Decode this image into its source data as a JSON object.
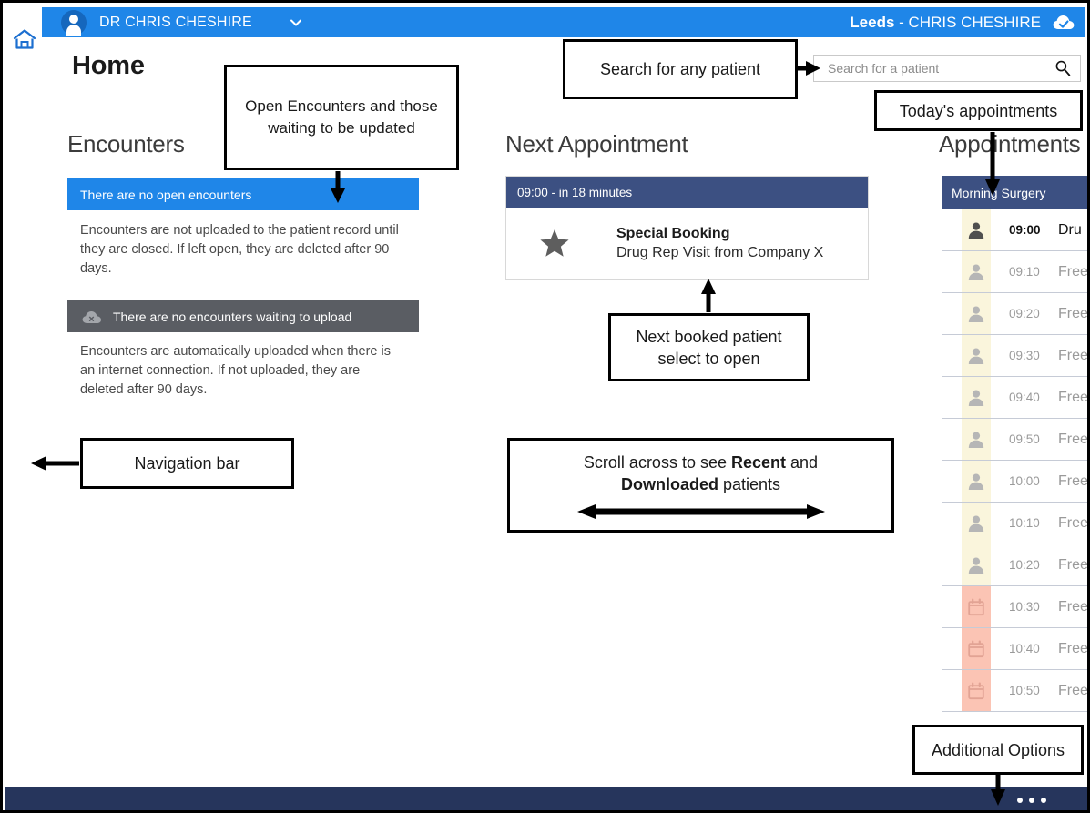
{
  "window": {
    "bottom_bar_color": "#26355c",
    "accent_blue": "#1f86e8",
    "panel_header_blue": "#3c5082"
  },
  "nav_rail": {
    "home_icon": "home-icon"
  },
  "header": {
    "avatar_icon": "user-avatar-icon",
    "user_name": "DR CHRIS CHESHIRE",
    "dropdown_icon": "chevron-down-icon",
    "location": "Leeds",
    "separator": " - ",
    "session_user": "CHRIS CHESHIRE",
    "sync_icon": "cloud-check-icon"
  },
  "page": {
    "title": "Home"
  },
  "search": {
    "placeholder": "Search for a patient",
    "value": "",
    "icon": "search-icon"
  },
  "encounters": {
    "heading": "Encounters",
    "open_bar": {
      "label": "There are no open encounters",
      "color": "#1f86e8"
    },
    "open_note": "Encounters are not uploaded to the patient record until they are closed. If left open, they are deleted after 90 days.",
    "upload_bar": {
      "icon": "cloud-off-icon",
      "label": "There are no encounters waiting to upload",
      "color": "#5a5d63"
    },
    "upload_note": "Encounters are automatically uploaded when there is an internet connection. If not uploaded, they are deleted after 90 days."
  },
  "next_appointment": {
    "heading": "Next Appointment",
    "time_label": "09:00 - in 18 minutes",
    "icon": "star-icon",
    "title": "Special Booking",
    "subtitle": "Drug Rep Visit from Company X"
  },
  "appointments": {
    "heading": "Appointments",
    "session_label": "Morning Surgery",
    "rows": [
      {
        "time": "09:00",
        "name": "Dru",
        "icon": "person-icon",
        "strip": "cream",
        "state": "current"
      },
      {
        "time": "09:10",
        "name": "Free",
        "icon": "person-icon",
        "strip": "cream",
        "state": "free"
      },
      {
        "time": "09:20",
        "name": "Free",
        "icon": "person-icon",
        "strip": "cream",
        "state": "free"
      },
      {
        "time": "09:30",
        "name": "Free",
        "icon": "person-icon",
        "strip": "cream",
        "state": "free"
      },
      {
        "time": "09:40",
        "name": "Free",
        "icon": "person-icon",
        "strip": "cream",
        "state": "free"
      },
      {
        "time": "09:50",
        "name": "Free",
        "icon": "person-icon",
        "strip": "cream",
        "state": "free"
      },
      {
        "time": "10:00",
        "name": "Free",
        "icon": "person-icon",
        "strip": "cream",
        "state": "free"
      },
      {
        "time": "10:10",
        "name": "Free",
        "icon": "person-icon",
        "strip": "cream",
        "state": "free"
      },
      {
        "time": "10:20",
        "name": "Free",
        "icon": "person-icon",
        "strip": "cream",
        "state": "free"
      },
      {
        "time": "10:30",
        "name": "Free",
        "icon": "calendar-icon",
        "strip": "pink",
        "state": "free"
      },
      {
        "time": "10:40",
        "name": "Free",
        "icon": "calendar-icon",
        "strip": "pink",
        "state": "free"
      },
      {
        "time": "10:50",
        "name": "Free",
        "icon": "calendar-icon",
        "strip": "pink",
        "state": "free"
      }
    ]
  },
  "bottom_bar": {
    "more_options_icon": "ellipsis-icon"
  },
  "annotations": {
    "open_encounters": "Open Encounters and those waiting to be updated",
    "search": "Search for any patient",
    "today": "Today's appointments",
    "next_patient": "Next booked patient select to open",
    "scroll_prefix": "Scroll across to see ",
    "scroll_bold1": "Recent",
    "scroll_mid": " and ",
    "scroll_bold2": "Downloaded",
    "scroll_suffix": " patients",
    "navigation_bar": "Navigation bar",
    "additional_options": "Additional Options"
  }
}
